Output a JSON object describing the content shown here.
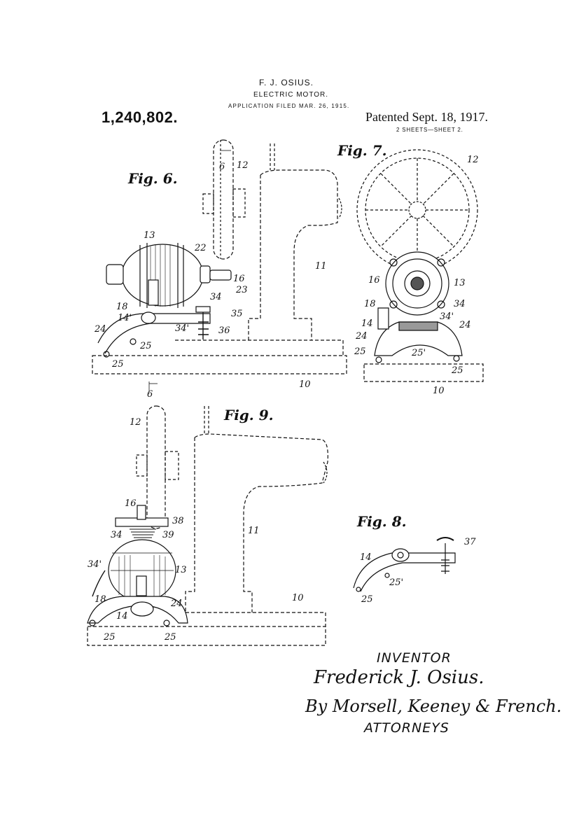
{
  "header": {
    "inventor_name": "F. J. OSIUS.",
    "title": "ELECTRIC MOTOR.",
    "filed": "APPLICATION FILED MAR. 26, 1915.",
    "patent_number": "1,240,802.",
    "patented": "Patented Sept. 18, 1917.",
    "sheets": "2 SHEETS—SHEET 2."
  },
  "figures": {
    "fig6": "Fig. 6.",
    "fig7": "Fig. 7.",
    "fig8": "Fig. 8.",
    "fig9": "Fig. 9."
  },
  "labels": {
    "fig6": [
      "6",
      "12",
      "13",
      "22",
      "16",
      "23",
      "34",
      "11",
      "18",
      "14'",
      "35",
      "34'",
      "36",
      "24",
      "25",
      "25",
      "6",
      "10"
    ],
    "fig7": [
      "12",
      "16",
      "13",
      "18",
      "34",
      "14",
      "34'",
      "24",
      "24",
      "25",
      "25'",
      "25",
      "10"
    ],
    "fig8": [
      "14",
      "37",
      "25'",
      "25"
    ],
    "fig9": [
      "12",
      "16",
      "38",
      "34",
      "39",
      "11",
      "34'",
      "13",
      "10",
      "18",
      "24",
      "14",
      "25",
      "25"
    ]
  },
  "signature": {
    "inventor_caption": "INVENTOR",
    "inventor_signature": "Frederick J. Osius.",
    "attorneys_signature": "By Morsell, Keeney & French.",
    "attorneys_caption": "ATTORNEYS"
  }
}
